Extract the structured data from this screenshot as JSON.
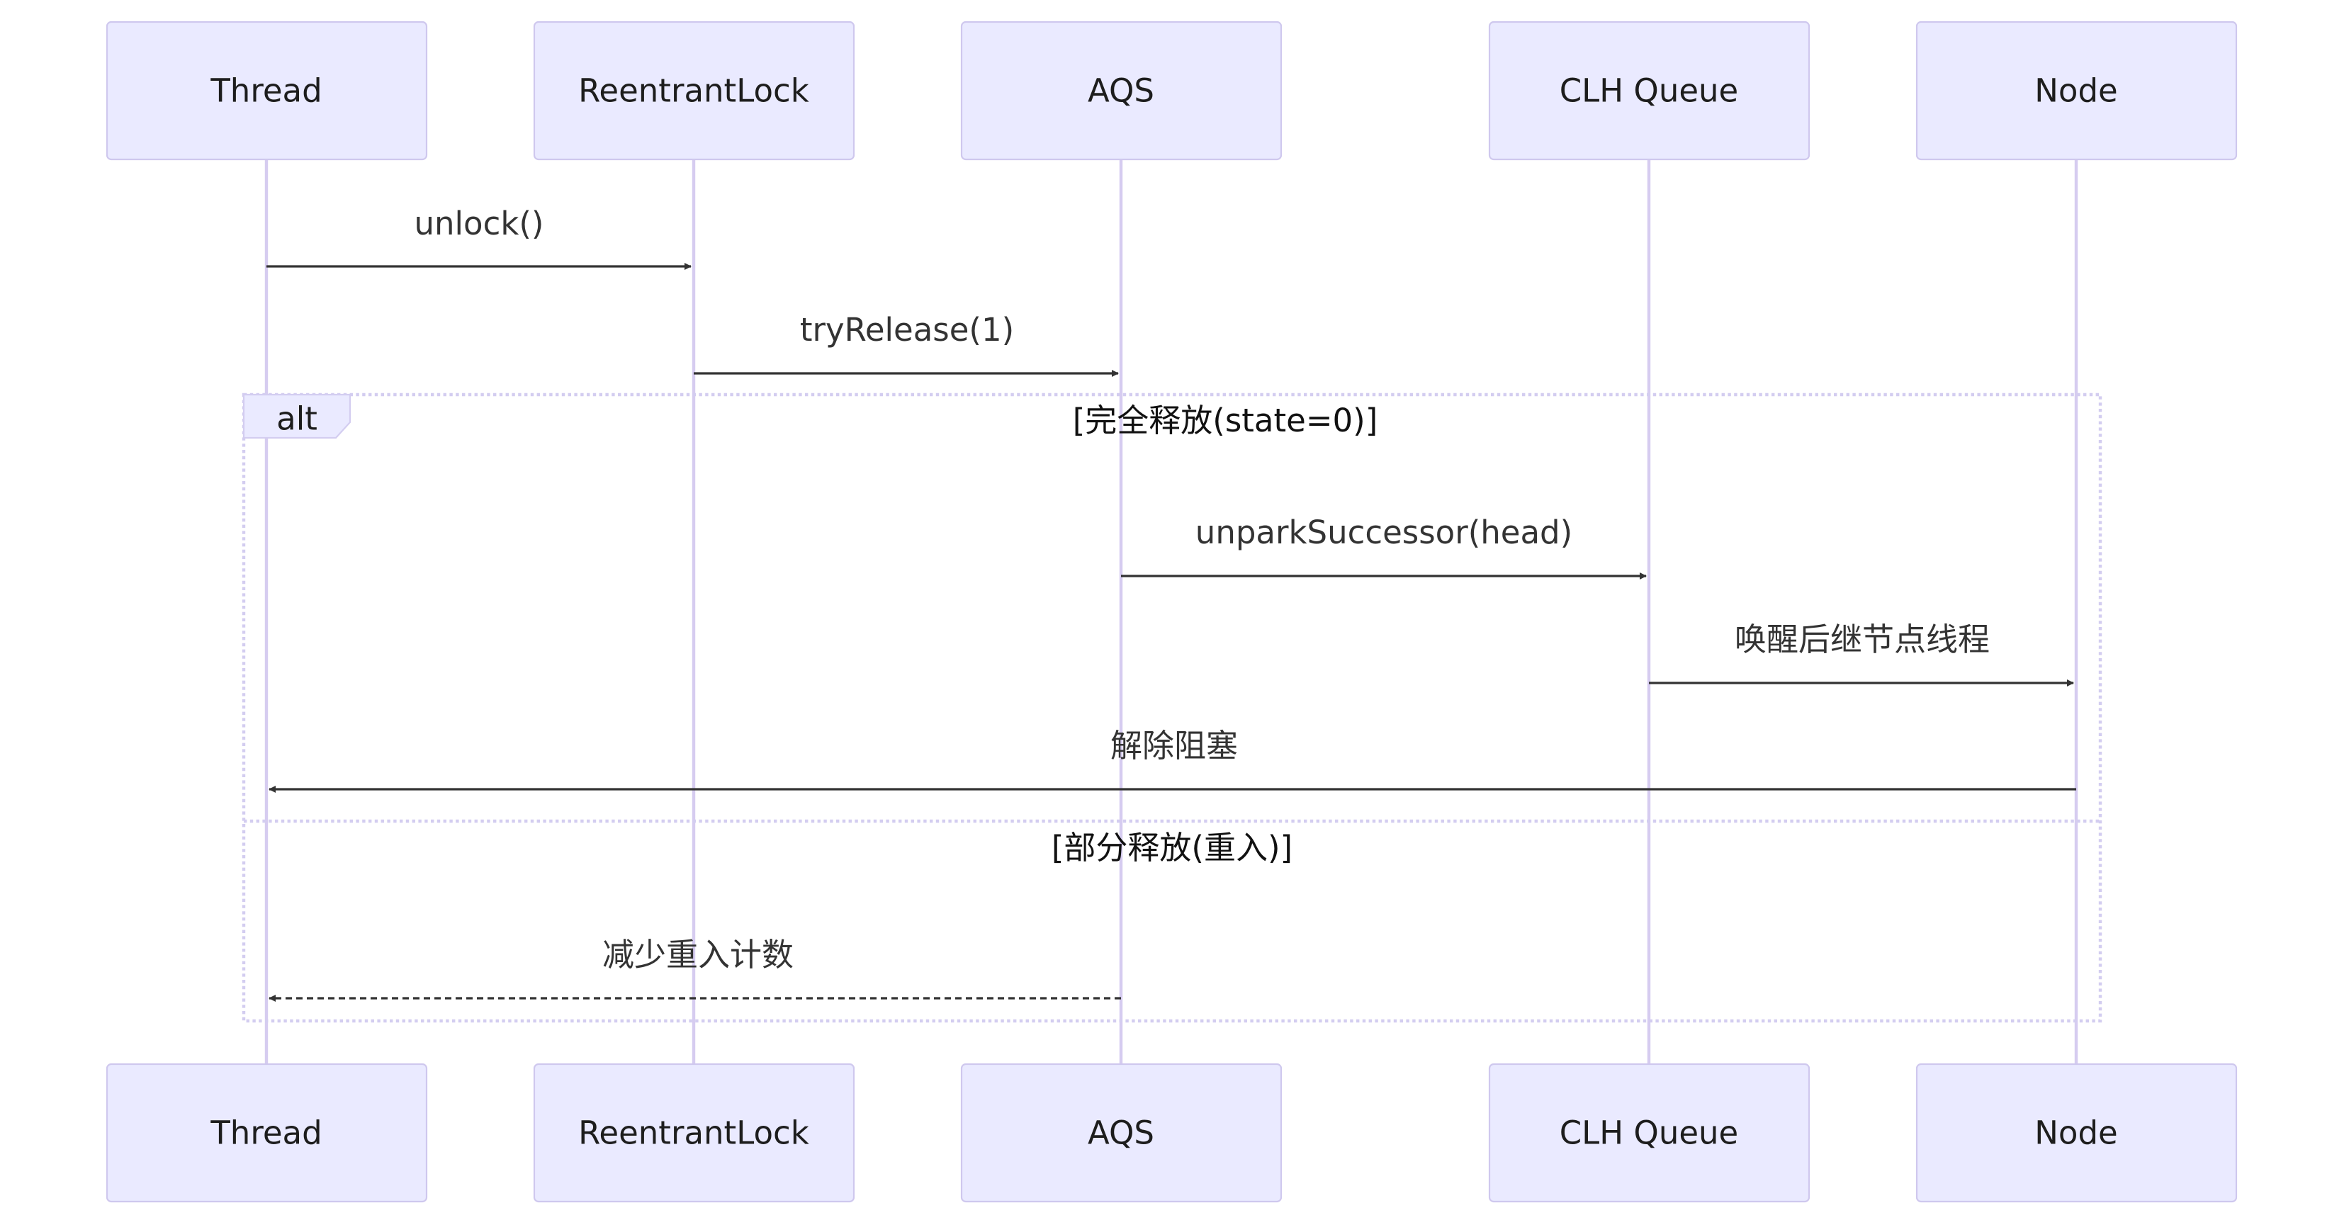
{
  "diagram": {
    "type": "sequence",
    "participants": [
      "Thread",
      "ReentrantLock",
      "AQS",
      "CLH Queue",
      "Node"
    ],
    "messages": [
      {
        "label": "unlock()",
        "from": "Thread",
        "to": "ReentrantLock",
        "style": "solid"
      },
      {
        "label": "tryRelease(1)",
        "from": "ReentrantLock",
        "to": "AQS",
        "style": "solid"
      },
      {
        "label": "unparkSuccessor(head)",
        "from": "AQS",
        "to": "CLH Queue",
        "style": "solid"
      },
      {
        "label": "唤醒后继节点线程",
        "from": "CLH Queue",
        "to": "Node",
        "style": "solid"
      },
      {
        "label": "解除阻塞",
        "from": "Node",
        "to": "Thread",
        "style": "solid"
      },
      {
        "label": "减少重入计数",
        "from": "AQS",
        "to": "Thread",
        "style": "dashed"
      }
    ],
    "alt": {
      "keyword": "alt",
      "branches": [
        "[完全释放(state=0)]",
        "[部分释放(重入)]"
      ]
    }
  },
  "colors": {
    "actor_fill": "#eaeaff",
    "actor_border": "#cfc8ee",
    "lifeline": "#d6ccf0",
    "arrow": "#333333"
  }
}
